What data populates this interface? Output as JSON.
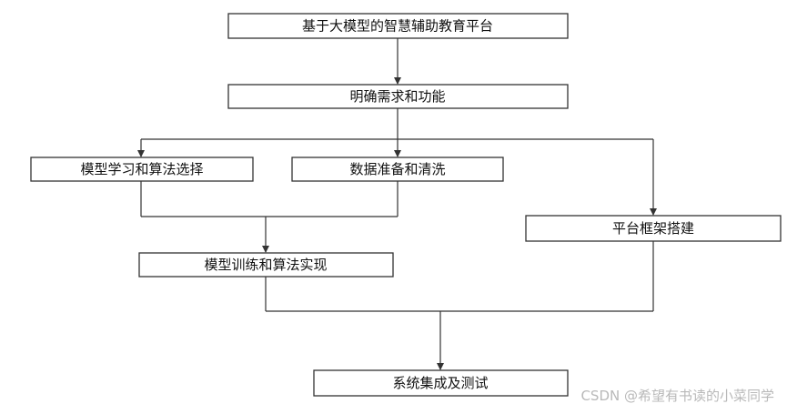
{
  "diagram": {
    "nodes": {
      "platform_title": "基于大模型的智慧辅助教育平台",
      "requirements": "明确需求和功能",
      "model_selection": "模型学习和算法选择",
      "data_preparation": "数据准备和清洗",
      "platform_framework": "平台框架搭建",
      "model_training": "模型训练和算法实现",
      "system_integration": "系统集成及测试"
    },
    "edges": [
      [
        "platform_title",
        "requirements"
      ],
      [
        "requirements",
        "model_selection"
      ],
      [
        "requirements",
        "data_preparation"
      ],
      [
        "requirements",
        "platform_framework"
      ],
      [
        "model_selection",
        "model_training"
      ],
      [
        "data_preparation",
        "model_training"
      ],
      [
        "model_training",
        "system_integration"
      ],
      [
        "platform_framework",
        "system_integration"
      ]
    ],
    "colors": {
      "stroke": "#333333",
      "text": "#111111"
    }
  },
  "watermark": "CSDN @希望有书读的小菜同学"
}
